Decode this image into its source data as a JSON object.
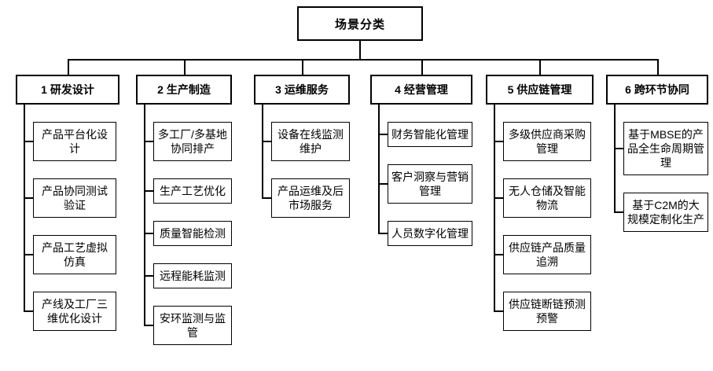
{
  "root": {
    "label": "场景分类"
  },
  "columns": [
    {
      "label": "1 研发设计",
      "children": [
        "产品平台化设计",
        "产品协同测试验证",
        "产品工艺虚拟仿真",
        "产线及工厂三维优化设计"
      ]
    },
    {
      "label": "2 生产制造",
      "children": [
        "多工厂/多基地协同排产",
        "生产工艺优化",
        "质量智能检测",
        "远程能耗监测",
        "安环监测与监管"
      ]
    },
    {
      "label": "3 运维服务",
      "children": [
        "设备在线监测维护",
        "产品运维及后市场服务"
      ]
    },
    {
      "label": "4 经营管理",
      "children": [
        "财务智能化管理",
        "客户洞察与营销管理",
        "人员数字化管理"
      ]
    },
    {
      "label": "5 供应链管理",
      "children": [
        "多级供应商采购管理",
        "无人仓储及智能物流",
        "供应链产品质量追溯",
        "供应链断链预测预警"
      ]
    },
    {
      "label": "6 跨环节协同",
      "children": [
        "基于MBSE的产品全生命周期管理",
        "基于C2M的大规模定制化生产"
      ]
    }
  ],
  "colors": {
    "box_border": "#000000",
    "background": "#ffffff",
    "line": "#000000",
    "text": "#000000"
  }
}
